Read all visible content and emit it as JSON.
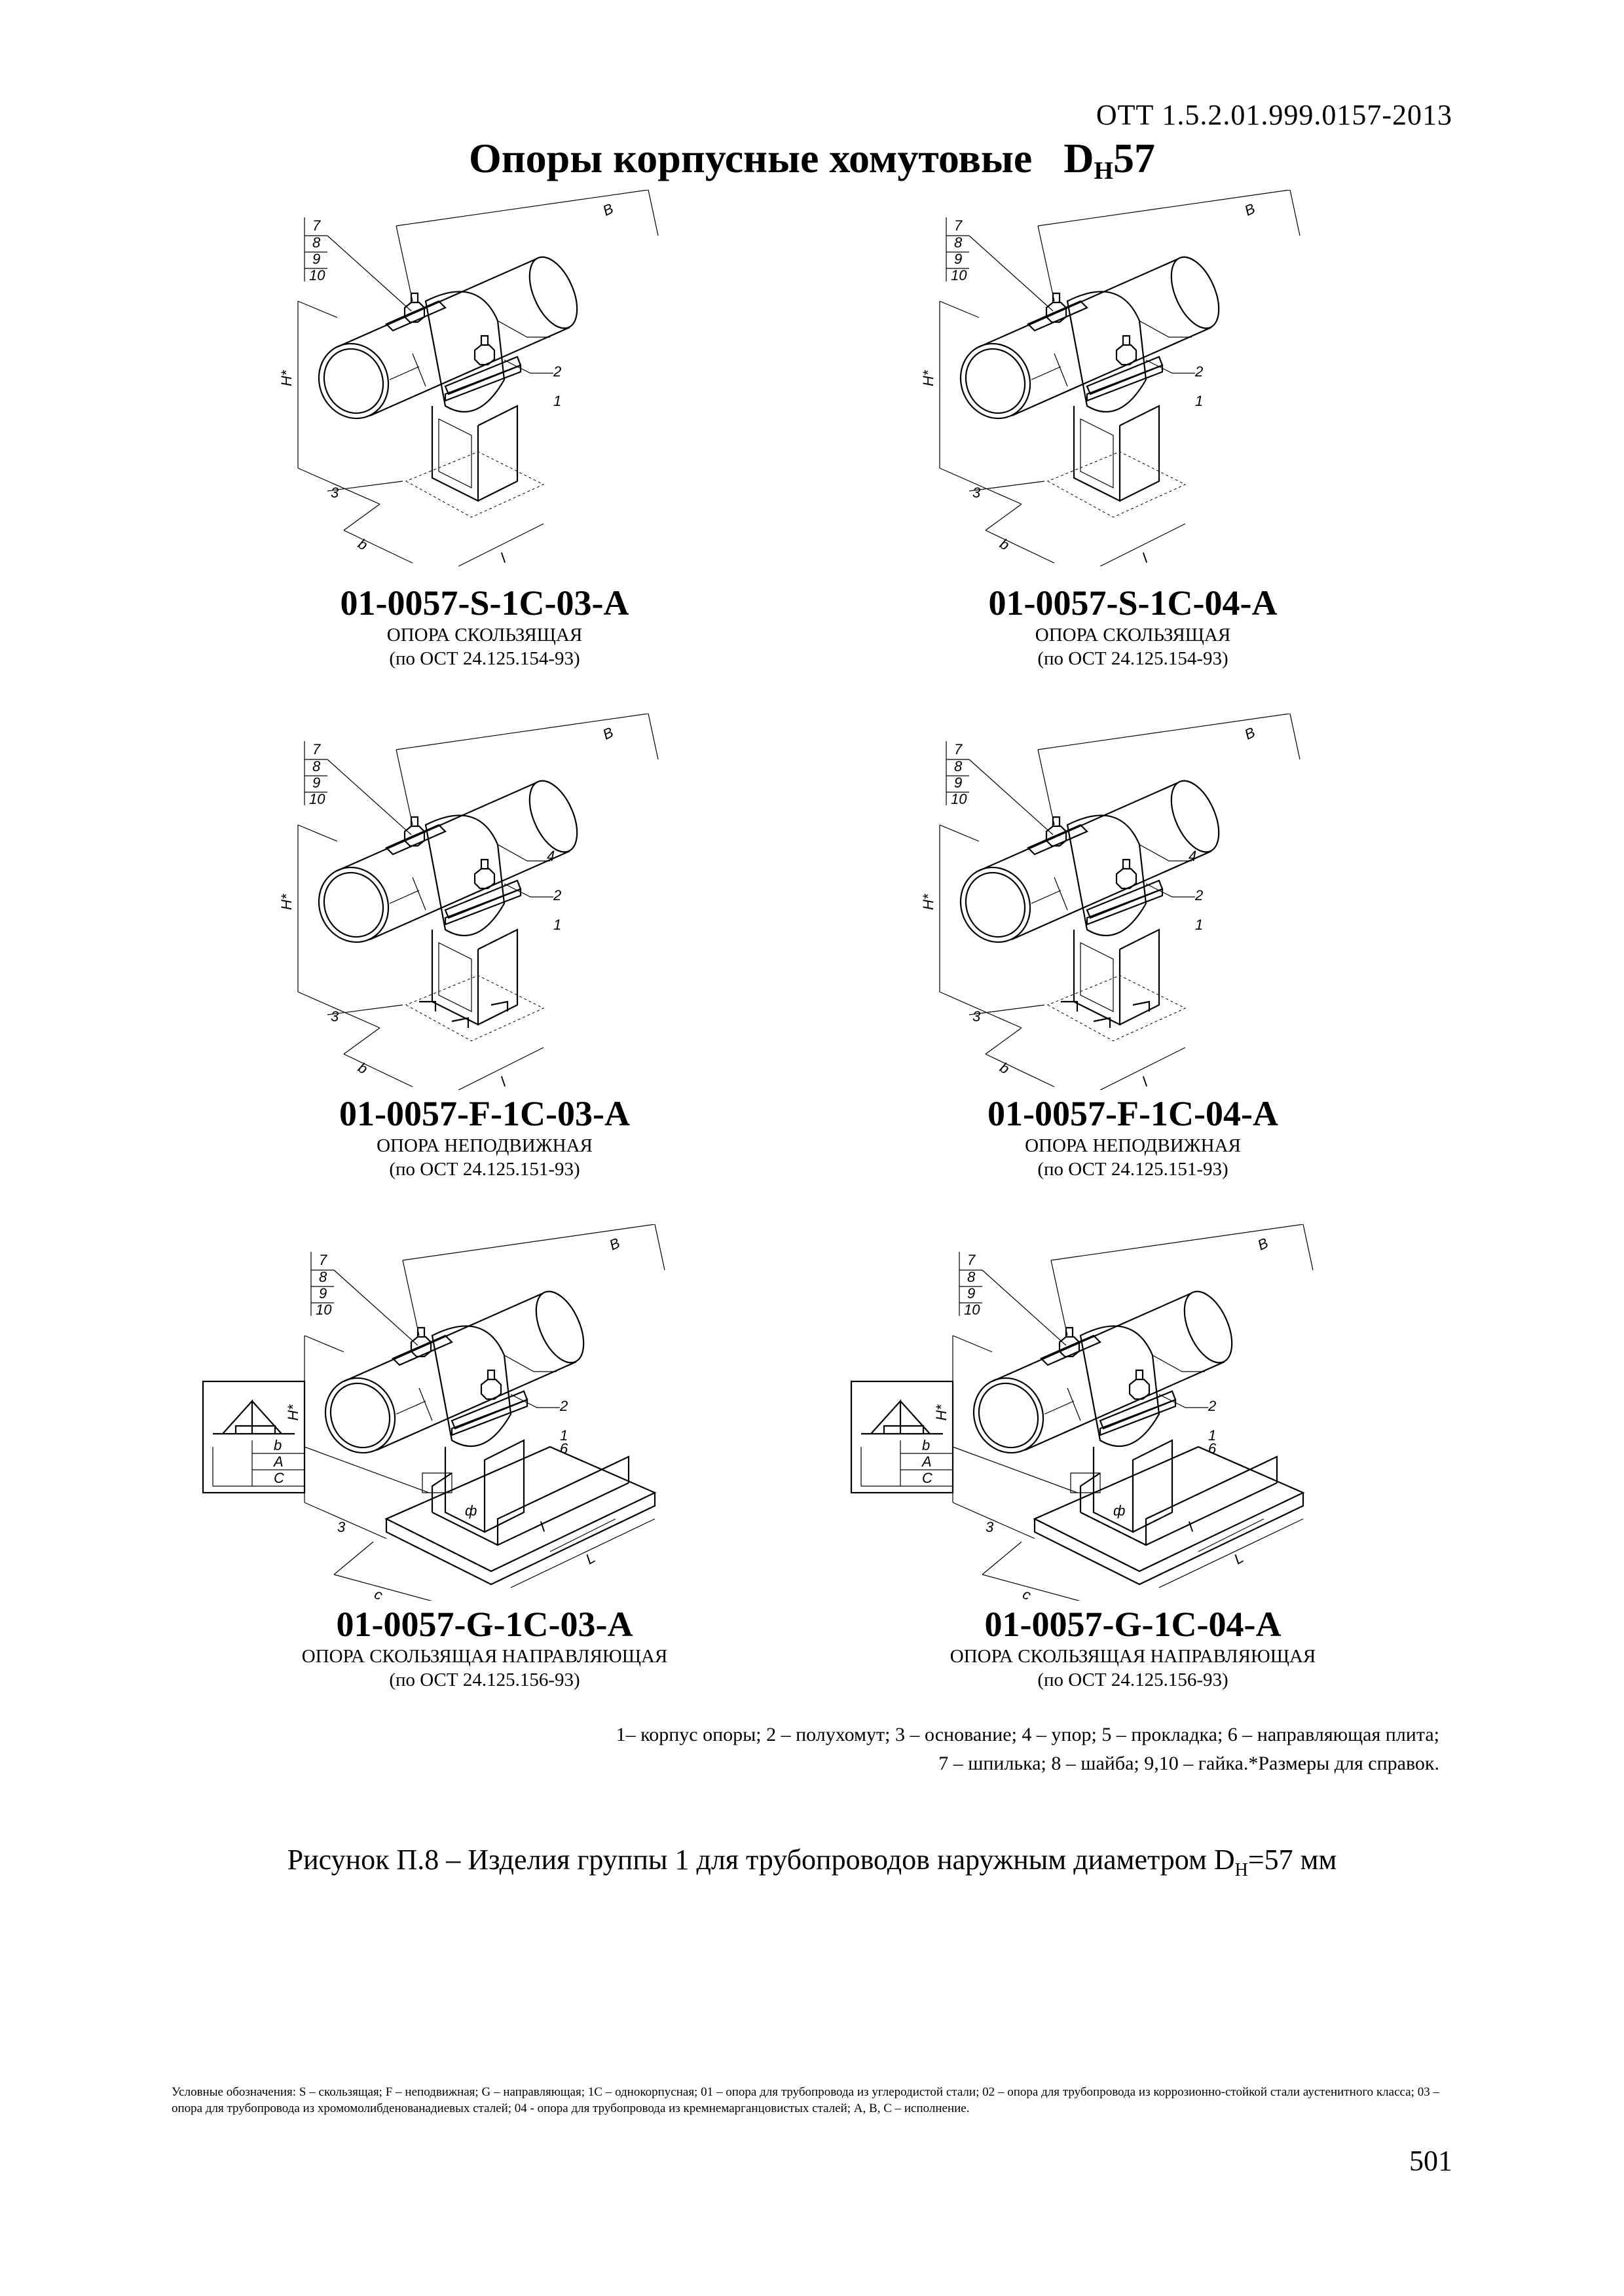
{
  "header": {
    "doc_code": "ОТТ 1.5.2.01.999.0157-2013",
    "title_prefix": "Опоры корпусные хомутовые",
    "title_d": "D",
    "title_sub": "H",
    "title_num": "57"
  },
  "figures": [
    {
      "code": "01-0057-S-1C-03-A",
      "type": "ОПОРА СКОЛЬЗЯЩАЯ",
      "std": "(по ОСТ 24.125.154-93)",
      "kind": "S",
      "labels": {
        "l7": "7",
        "l8": "8",
        "l9": "9",
        "l10": "10",
        "B": "B",
        "H": "H*",
        "p2": "2",
        "p1": "1",
        "p3": "3",
        "b": "b",
        "l": "l"
      }
    },
    {
      "code": "01-0057-S-1C-04-A",
      "type": "ОПОРА СКОЛЬЗЯЩАЯ",
      "std": "(по ОСТ 24.125.154-93)",
      "kind": "S",
      "labels": {
        "l7": "7",
        "l8": "8",
        "l9": "9",
        "l10": "10",
        "B": "B",
        "H": "H*",
        "p2": "2",
        "p1": "1",
        "p3": "3",
        "b": "b",
        "l": "l"
      }
    },
    {
      "code": "01-0057-F-1C-03-A",
      "type": "ОПОРА НЕПОДВИЖНАЯ",
      "std": "(по ОСТ 24.125.151-93)",
      "kind": "F",
      "labels": {
        "l7": "7",
        "l8": "8",
        "l9": "9",
        "l10": "10",
        "B": "B",
        "H": "H*",
        "p4": "4",
        "p2": "2",
        "p1": "1",
        "p3": "3",
        "b": "b",
        "l": "l"
      }
    },
    {
      "code": "01-0057-F-1C-04-A",
      "type": "ОПОРА НЕПОДВИЖНАЯ",
      "std": "(по ОСТ 24.125.151-93)",
      "kind": "F",
      "labels": {
        "l7": "7",
        "l8": "8",
        "l9": "9",
        "l10": "10",
        "B": "B",
        "H": "H*",
        "p4": "4",
        "p2": "2",
        "p1": "1",
        "p3": "3",
        "b": "b",
        "l": "l"
      }
    },
    {
      "code": "01-0057-G-1C-03-A",
      "type": "ОПОРА СКОЛЬЗЯЩАЯ НАПРАВЛЯЮЩАЯ",
      "std": "(по ОСТ 24.125.156-93)",
      "kind": "G",
      "labels": {
        "l7": "7",
        "l8": "8",
        "l9": "9",
        "l10": "10",
        "B": "B",
        "H": "H*",
        "p2": "2",
        "p1": "1",
        "p6": "6",
        "p3": "3",
        "b": "b",
        "A": "A",
        "C": "C",
        "l": "l",
        "L": "L",
        "c": "c",
        "phi": "ф"
      }
    },
    {
      "code": "01-0057-G-1C-04-A",
      "type": "ОПОРА СКОЛЬЗЯЩАЯ НАПРАВЛЯЮЩАЯ",
      "std": "(по ОСТ 24.125.156-93)",
      "kind": "G",
      "labels": {
        "l7": "7",
        "l8": "8",
        "l9": "9",
        "l10": "10",
        "B": "B",
        "H": "H*",
        "p2": "2",
        "p1": "1",
        "p6": "6",
        "p3": "3",
        "b": "b",
        "A": "A",
        "C": "C",
        "l": "l",
        "L": "L",
        "c": "c",
        "phi": "ф"
      }
    }
  ],
  "legend": {
    "line1": "1– корпус опоры; 2 – полухомут; 3 – основание; 4 – упор; 5 – прокладка; 6 – направляющая плита;",
    "line2": "7 – шпилька; 8 – шайба; 9,10 – гайка.*Размеры для справок."
  },
  "figure_caption": {
    "prefix": "Рисунок П.8 – Изделия группы 1 для трубопроводов наружным диаметром D",
    "sub": "H",
    "suffix": "=57 мм"
  },
  "footnote": "Условные обозначения: S – скользящая; F – неподвижная;  G – направляющая; 1С – однокорпусная; 01 – опора для трубопровода из углеродистой стали; 02 – опора для трубопровода из коррозионно-стойкой стали аустенитного класса; 03 – опора для трубопровода из хромомолибденованадиевых сталей; 04 - опора для трубопровода из кремнемарганцовистых сталей; А, В, С – исполнение.",
  "page_number": "501"
}
